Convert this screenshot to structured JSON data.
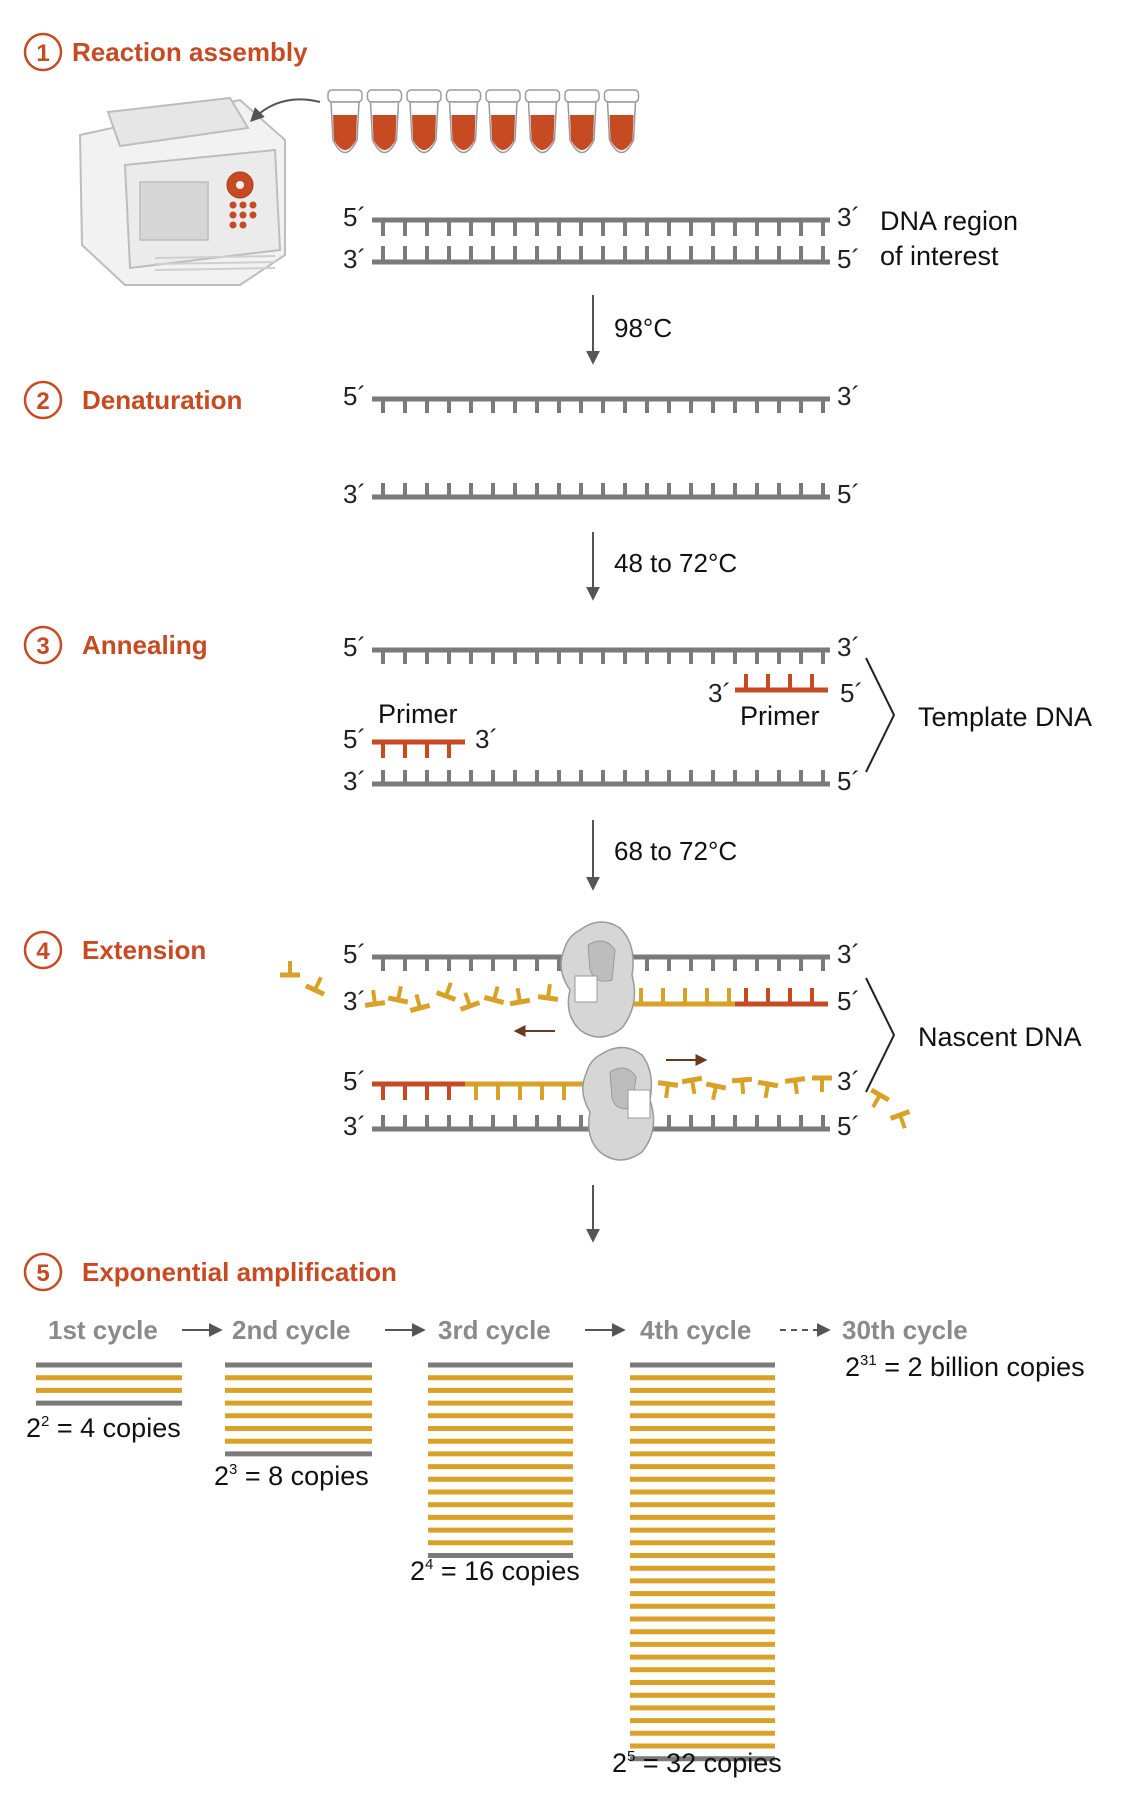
{
  "colors": {
    "accent": "#c64a22",
    "strand": "#7a7a7a",
    "primer": "#c64a22",
    "nascent": "#d9a127",
    "machine": "#d8d8d8",
    "polymerase": "#d4d4d4",
    "cycle_text": "#8a8a8a"
  },
  "steps": [
    {
      "num": "1",
      "title": "Reaction assembly"
    },
    {
      "num": "2",
      "title": "Denaturation"
    },
    {
      "num": "3",
      "title": "Annealing"
    },
    {
      "num": "4",
      "title": "Extension"
    },
    {
      "num": "5",
      "title": "Exponential amplification"
    }
  ],
  "ends": {
    "five": "5´",
    "three": "3´"
  },
  "labels": {
    "dna_region_1": "DNA region",
    "dna_region_2": "of interest",
    "primer": "Primer",
    "template_dna": "Template DNA",
    "nascent_dna": "Nascent DNA"
  },
  "temperatures": {
    "denature": "98°C",
    "anneal": "48 to 72°C",
    "extend": "68 to 72°C"
  },
  "icons": [
    "thermal-cycler-icon",
    "pcr-tube-icon",
    "dna-polymerase-icon"
  ],
  "amplification": {
    "cycles": [
      {
        "name": "1st cycle",
        "copies_base": "2",
        "copies_exp": "2",
        "copies_text": " = 4 copies",
        "copies": 4
      },
      {
        "name": "2nd cycle",
        "copies_base": "2",
        "copies_exp": "3",
        "copies_text": " = 8 copies",
        "copies": 8
      },
      {
        "name": "3rd cycle",
        "copies_base": "2",
        "copies_exp": "4",
        "copies_text": " = 16 copies",
        "copies": 16
      },
      {
        "name": "4th cycle",
        "copies_base": "2",
        "copies_exp": "5",
        "copies_text": " = 32 copies",
        "copies": 32
      },
      {
        "name": "30th cycle",
        "copies_base": "2",
        "copies_exp": "31",
        "copies_text": " = 2 billion copies"
      }
    ]
  }
}
